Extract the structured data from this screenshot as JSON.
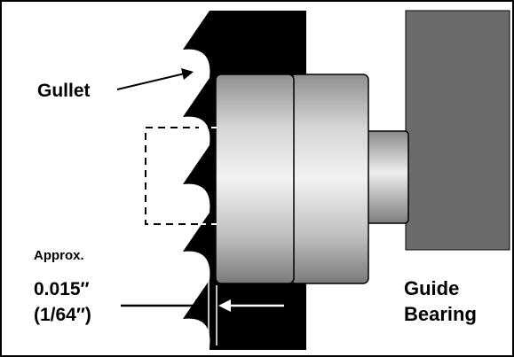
{
  "labels": {
    "gullet": "Gullet",
    "approx": "Approx.",
    "clearance_in": "0.015″",
    "clearance_fraction": "(1/64″)",
    "guide": "Guide",
    "bearing": "Bearing"
  },
  "colors": {
    "blade": "#000000",
    "housing": "#6b6b6b",
    "bearing_shade": "#9a9a9a",
    "bearing_highlight": "#f2f2f2",
    "outline": "#000000"
  }
}
